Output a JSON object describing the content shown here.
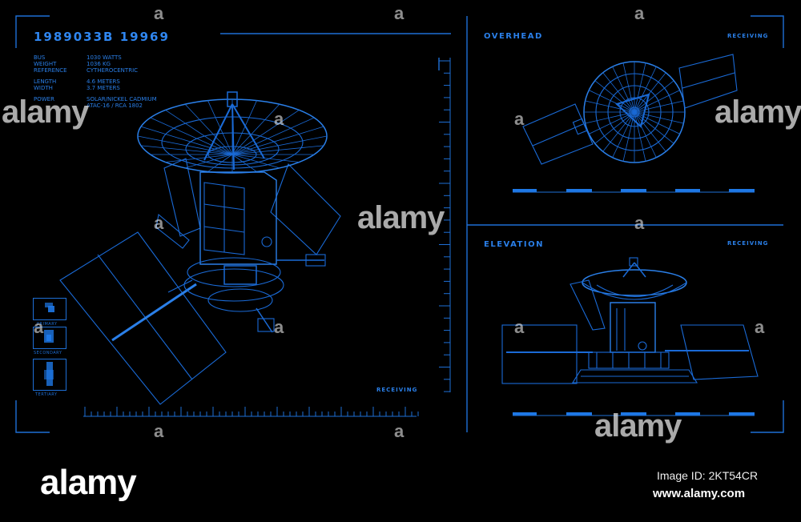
{
  "main": {
    "title": "1989033B 19969",
    "specs": [
      {
        "key": "BUS",
        "value": "1030 watts"
      },
      {
        "key": "WEIGHT",
        "value": "1036 kg"
      },
      {
        "key": "REFERENCE",
        "value": "CYTHEROCENTRIC"
      },
      {
        "key": "LENGTH",
        "value": "4.6 meters"
      },
      {
        "key": "WIDTH",
        "value": "3.7 meters"
      },
      {
        "key": "POWER",
        "value": "SOLAR/NICKEL CADMIUM"
      },
      {
        "key": "",
        "value": "ATAC-16 / RCA 1802"
      }
    ],
    "sensors": [
      "PRIMARY",
      "SECONDARY",
      "TERTIARY"
    ],
    "status": "RECEIVING"
  },
  "overhead": {
    "label": "OVERHEAD",
    "status": "RECEIVING"
  },
  "elevation": {
    "label": "ELEVATION",
    "status": "RECEIVING"
  },
  "watermark": {
    "brand": "alamy",
    "letter": "a"
  },
  "footer": {
    "logo": "alamy",
    "image_id": "Image ID: 2KT54CR",
    "url": "www.alamy.com"
  },
  "colors": {
    "accent": "#1e78e6",
    "background": "#000000"
  }
}
